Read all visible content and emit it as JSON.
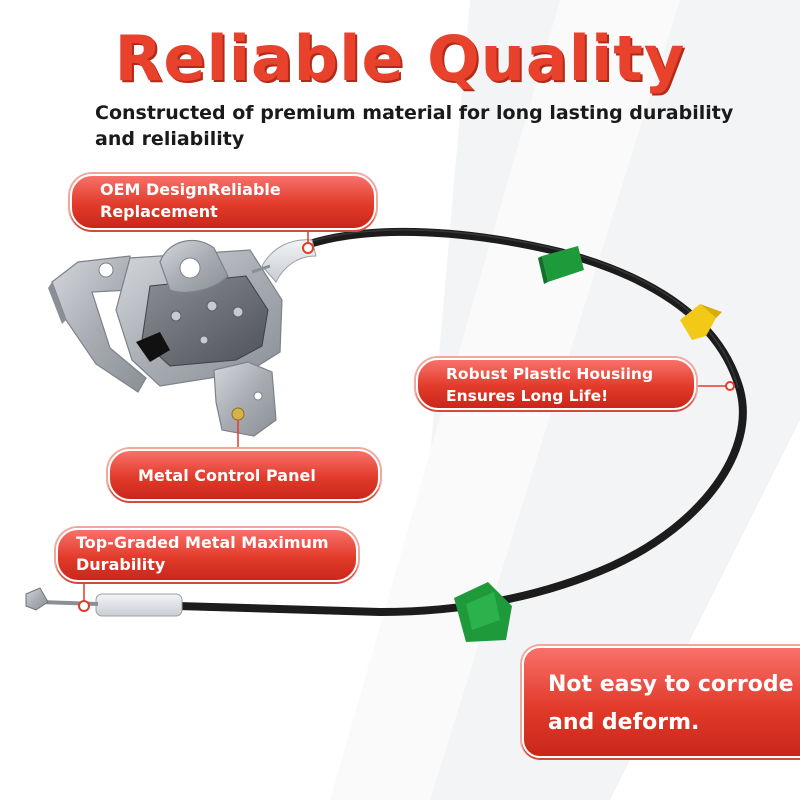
{
  "headline": "Reliable Quality",
  "subtitle": "Constructed of premium material for long lasting durability and reliability",
  "callouts": {
    "oem": {
      "line1": "OEM DesignReliable",
      "line2": "Replacement"
    },
    "housing": {
      "line1": "Robust Plastic Housiing",
      "line2": "Ensures Long Life!"
    },
    "panel": {
      "text": "Metal Control Panel"
    },
    "metal": {
      "line1": "Top-Graded Metal Maximum",
      "line2": "Durability"
    },
    "corrode": {
      "line1": "Not easy to corrode",
      "line2": "and deform."
    }
  },
  "colors": {
    "headline": "#e8412c",
    "callout_fill": "#e23b2b",
    "cable": "#1c1c1c",
    "clip_green": "#1e9a3a",
    "clip_yellow": "#f2c916",
    "metal": "#a9adb3"
  },
  "icons": [
    "door-latch-assembly",
    "cable-line",
    "green-clip-icon",
    "yellow-clip-icon",
    "rod-end-icon"
  ]
}
